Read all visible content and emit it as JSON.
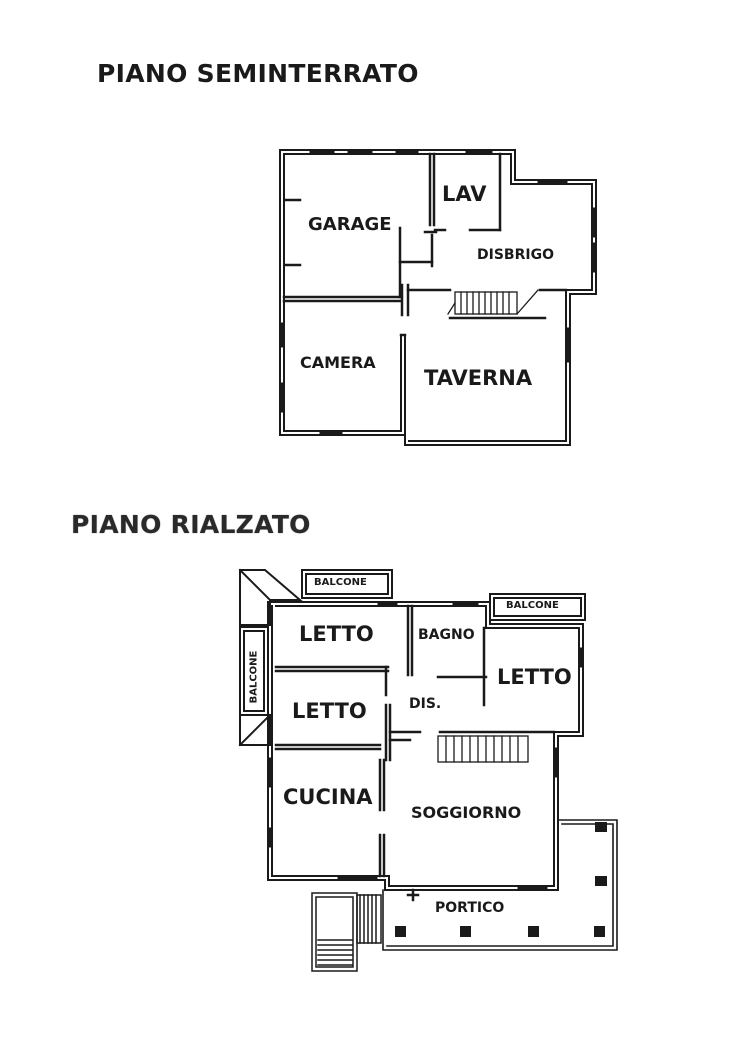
{
  "floors": [
    {
      "id": "seminterrato",
      "title": "PIANO SEMINTERRATO",
      "rooms": [
        "GARAGE",
        "LAV",
        "DISBRIGO",
        "CAMERA",
        "TAVERNA"
      ]
    },
    {
      "id": "rialzato",
      "title": "PIANO RIALZATO",
      "rooms": [
        "BALCONE",
        "BALCONE",
        "BALCONE",
        "LETTO",
        "BAGNO",
        "LETTO",
        "LETTO",
        "DIS.",
        "CUCINA",
        "SOGGIORNO",
        "PORTICO"
      ]
    }
  ],
  "colors": {
    "wall": "#1a1a1a",
    "background": "#ffffff"
  }
}
